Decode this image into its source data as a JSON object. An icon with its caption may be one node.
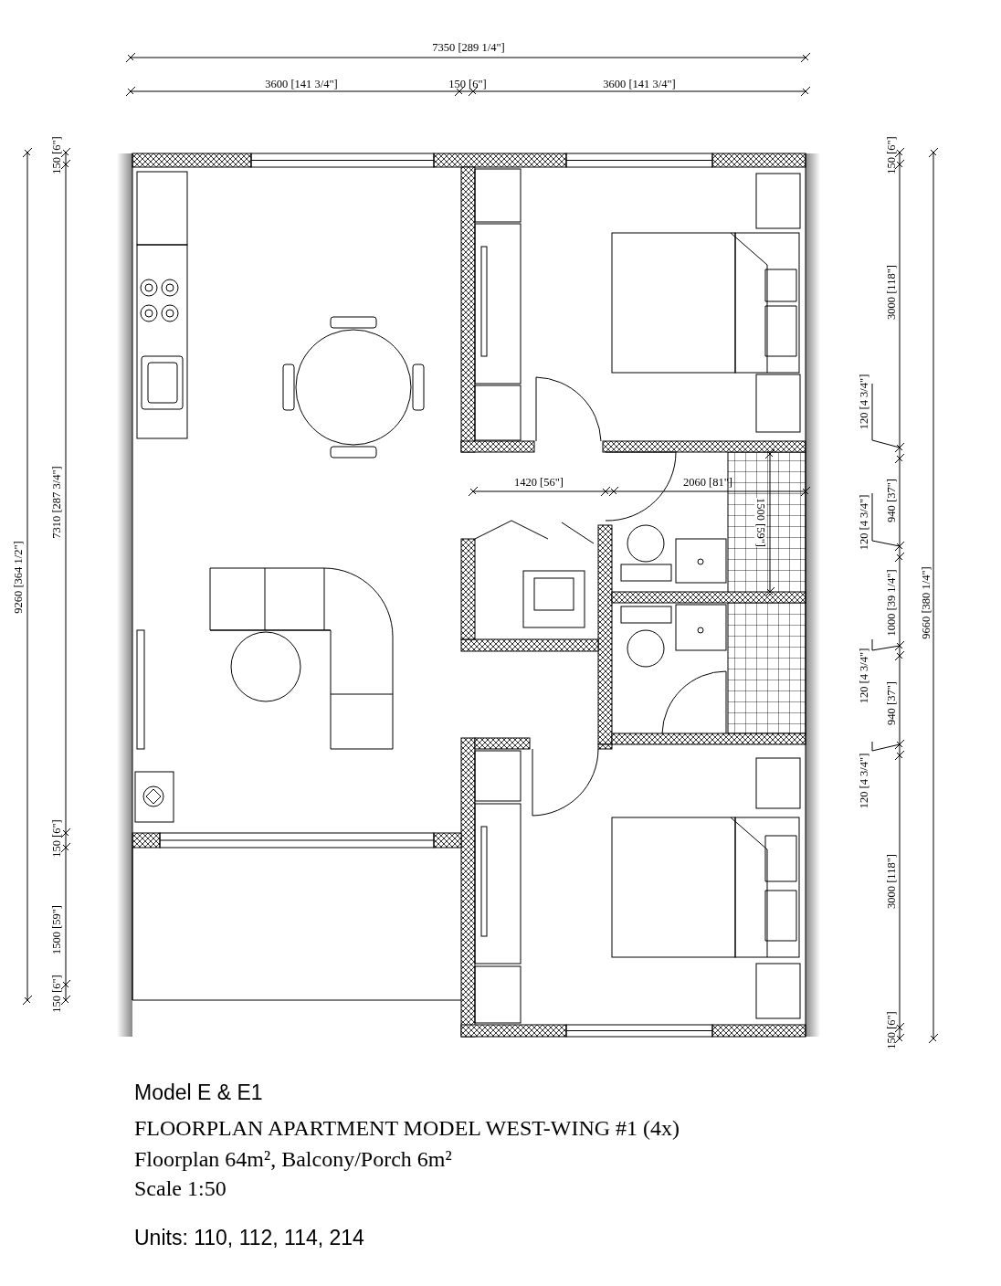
{
  "diagram": {
    "title": "Model E & E1",
    "labels": [
      "7350 [289 1/4\"]",
      "3600 [141 3/4\"]",
      "150 [6\"]",
      "3600 [141 3/4\"]",
      "1420 [56\"]",
      "2060 [81\"]",
      "1500 [59\"]",
      "9260 [364 1/2\"]",
      "150 [6\"]",
      "7310 [287 3/4\"]",
      "150 [6\"]",
      "1500 [59\"]",
      "150 [6\"]",
      "150 [6\"]",
      "3000 [118\"]",
      "120 [4 3/4\"]",
      "120 [4 3/4\"]",
      "940 [37\"]",
      "1000 [39 1/4\"]",
      "120 [4 3/4\"]",
      "940 [37\"]",
      "120 [4 3/4\"]",
      "3000 [118\"]",
      "150 [6\"]",
      "9660 [380 1/4\"]",
      "FLOORPLAN APARTMENT MODEL WEST-WING #1 (4x)",
      "Floorplan 64m², Balcony/Porch 6m²",
      "Scale 1:50",
      "Units: 110, 112, 114, 214"
    ]
  }
}
